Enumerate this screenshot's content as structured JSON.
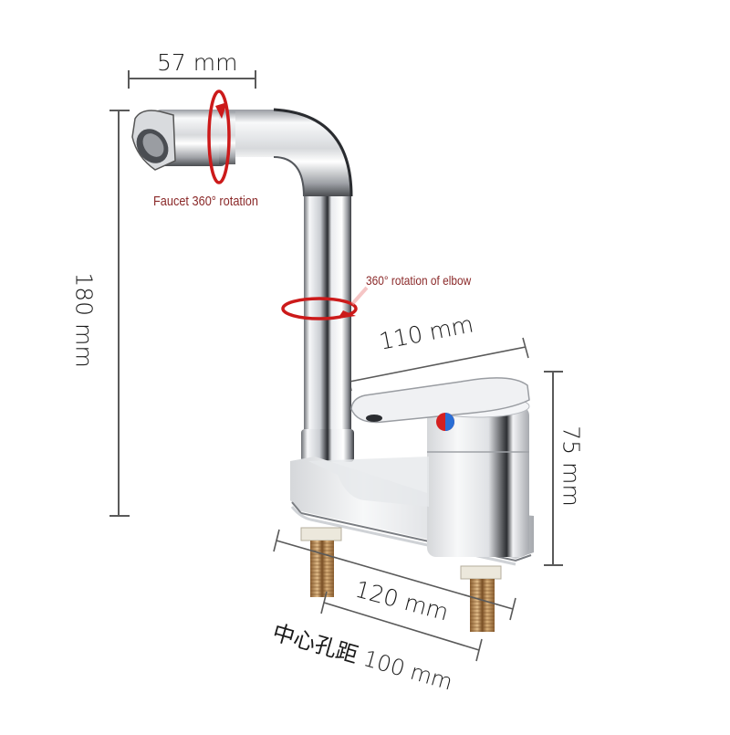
{
  "diagram": {
    "subject": "Single-handle basin faucet with rotating spout",
    "dimensions": {
      "spout_length": {
        "label": "57 mm",
        "value": 57,
        "unit": "mm"
      },
      "total_height": {
        "label": "180 mm",
        "value": 180,
        "unit": "mm"
      },
      "body_length": {
        "label": "110 mm",
        "value": 110,
        "unit": "mm"
      },
      "body_height": {
        "label": "75 mm",
        "value": 75,
        "unit": "mm"
      },
      "base_length": {
        "label": "120 mm",
        "value": 120,
        "unit": "mm"
      },
      "hole_center_distance": {
        "label": "中心孔距 100 mm",
        "value": 100,
        "unit": "mm"
      }
    },
    "callouts": {
      "faucet_rotation": "Faucet 360° rotation",
      "elbow_rotation": "360° rotation of elbow"
    },
    "colors": {
      "dimension_line": "#5a5a5a",
      "dimension_text": "#1a1a1a",
      "callout_text": "#8b2a2a",
      "rotation_arrow": "#cc1a1a",
      "chrome_light": "#f4f5f7",
      "chrome_dark": "#2a2c30",
      "brass": "#c9a06a",
      "indicator_hot": "#d42020",
      "indicator_cold": "#2a6fd6"
    }
  }
}
